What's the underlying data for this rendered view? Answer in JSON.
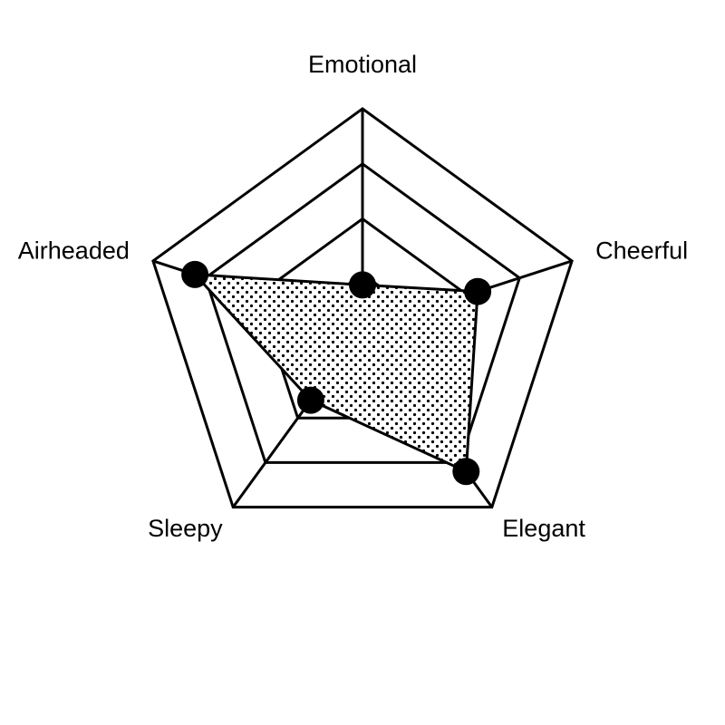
{
  "chart_data": {
    "type": "radar",
    "categories": [
      "Emotional",
      "Cheerful",
      "Elegant",
      "Sleepy",
      "Airheaded"
    ],
    "values": [
      0.2,
      0.55,
      0.8,
      0.4,
      0.8
    ],
    "rlim": [
      0,
      1
    ],
    "rings": 4,
    "series_color": "#000000",
    "fill_pattern": "dots"
  }
}
